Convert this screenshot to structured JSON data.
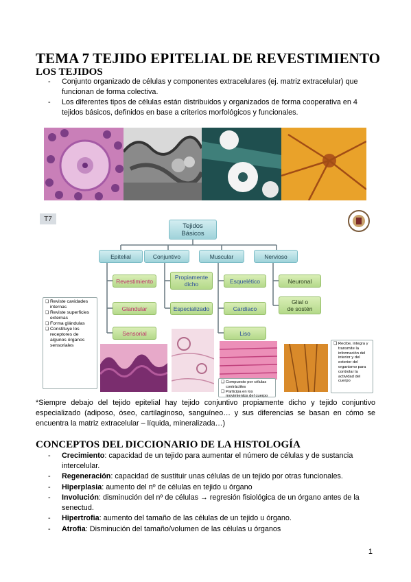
{
  "title": "TEMA 7 TEJIDO EPITELIAL DE REVESTIMIENTO",
  "section1": {
    "heading": "LOS TEJIDOS",
    "bullets": [
      "Conjunto organizado de células y componentes extracelulares (ej. matriz extracelular) que funcionan de forma colectiva.",
      "Los diferentes tipos de células están distribuidos y organizados de forma cooperativa en 4 tejidos básicos, definidos en base a criterios morfológicos y funcionales."
    ]
  },
  "diagram": {
    "tag": "T7",
    "root": "Tejidos\nBásicos",
    "categories": [
      "Epitelial",
      "Conjuntivo",
      "Muscular",
      "Nervioso"
    ],
    "epitelial_sub": [
      "Revestimiento",
      "Glandular",
      "Sensorial"
    ],
    "conjuntivo_sub": [
      "Propiamente\ndicho",
      "Especializado"
    ],
    "muscular_sub": [
      "Esquelético",
      "Cardíaco",
      "Liso"
    ],
    "nervioso_sub": [
      "Neuronal",
      "Glial o\nde sostén"
    ],
    "epitelial_note": [
      "Reviste cavidades internas",
      "Reviste superficies externas",
      "Forma glándulas",
      "Constituye los receptores de algunos órganos sensoriales"
    ],
    "muscular_note": [
      "Compuesto por células contráctiles",
      "Participa en los movimientos del cuerpo"
    ],
    "nervioso_note": [
      "Recibe, integra y transmite la información del interior y del exterior del organismo para controlar la actividad del cuerpo"
    ]
  },
  "note": "*Siempre debajo del tejido epitelial hay tejido conjuntivo propiamente dicho y tejido conjuntivo especializado (adiposo, óseo, cartilaginoso, sanguíneo… y sus diferencias se basan en cómo se encuentra la matriz extracelular – líquida, mineralizada…)",
  "section2": {
    "heading": "CONCEPTOS DEL DICCIONARIO DE LA HISTOLOGÍA",
    "items": [
      {
        "term": "Crecimiento",
        "text": ": capacidad de un tejido para aumentar el número de células y de sustancia intercelular."
      },
      {
        "term": "Regeneración",
        "text": ": capacidad de sustituir unas células de un tejido por otras funcionales."
      },
      {
        "term": "Hiperplasia",
        "text": ": aumento del nº de células en tejido u órgano"
      },
      {
        "term": "Involución",
        "text": ": disminución del nº de células → regresión fisiológica de un órgano antes de la senectud."
      },
      {
        "term": "Hipertrofia",
        "text": ": aumento del tamaño de las células de un tejido u órgano."
      },
      {
        "term": "Atrofia",
        "text": ": Disminución del tamaño/volumen de las células u órganos"
      }
    ]
  },
  "page_number": "1"
}
